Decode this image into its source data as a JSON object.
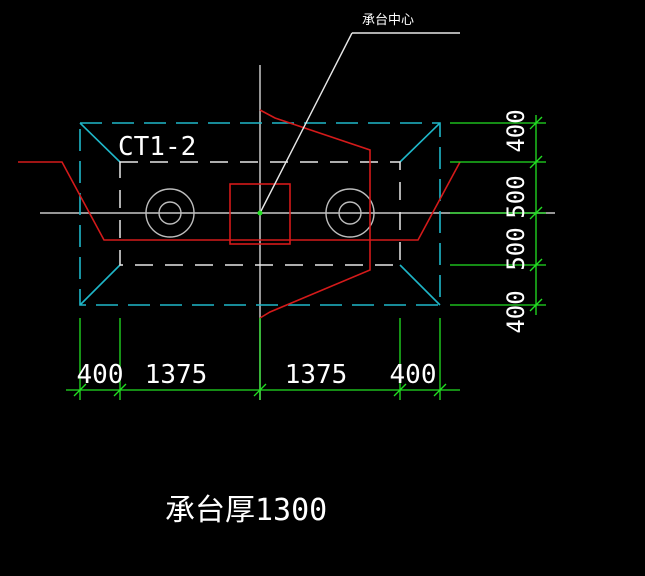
{
  "drawing": {
    "pile_cap_label": "CT1-2",
    "center_note": "承台中心",
    "thickness_note": "承台厚1300",
    "dim_horizontal": [
      "400",
      "1375",
      "1375",
      "400"
    ],
    "dim_vertical": [
      "400",
      "500",
      "500",
      "400"
    ]
  },
  "colors": {
    "background": "#000000",
    "cyan": "#1fb7c9",
    "white": "#ffffff",
    "red": "#d41a1a",
    "green": "#22e022",
    "grey": "#c8c8c8"
  }
}
